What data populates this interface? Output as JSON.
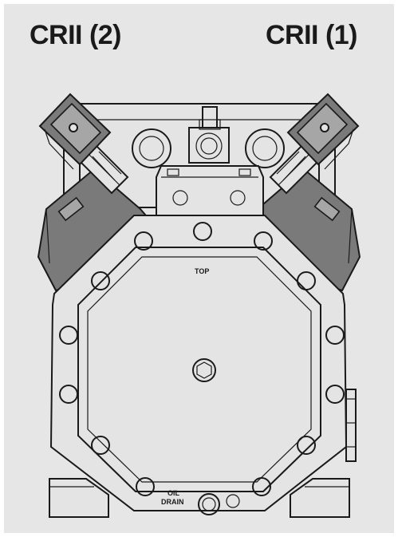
{
  "labels": {
    "left_unloader": "CRII (2)",
    "right_unloader": "CRII (1)"
  },
  "markings": {
    "top": "TOP",
    "oil_drain_line1": "OIL",
    "oil_drain_line2": "DRAIN"
  },
  "colors": {
    "background": "#e6e6e6",
    "line": "#1a1a1a",
    "valve_body": "#7a7a7a",
    "housing": "#e4e4e4"
  }
}
